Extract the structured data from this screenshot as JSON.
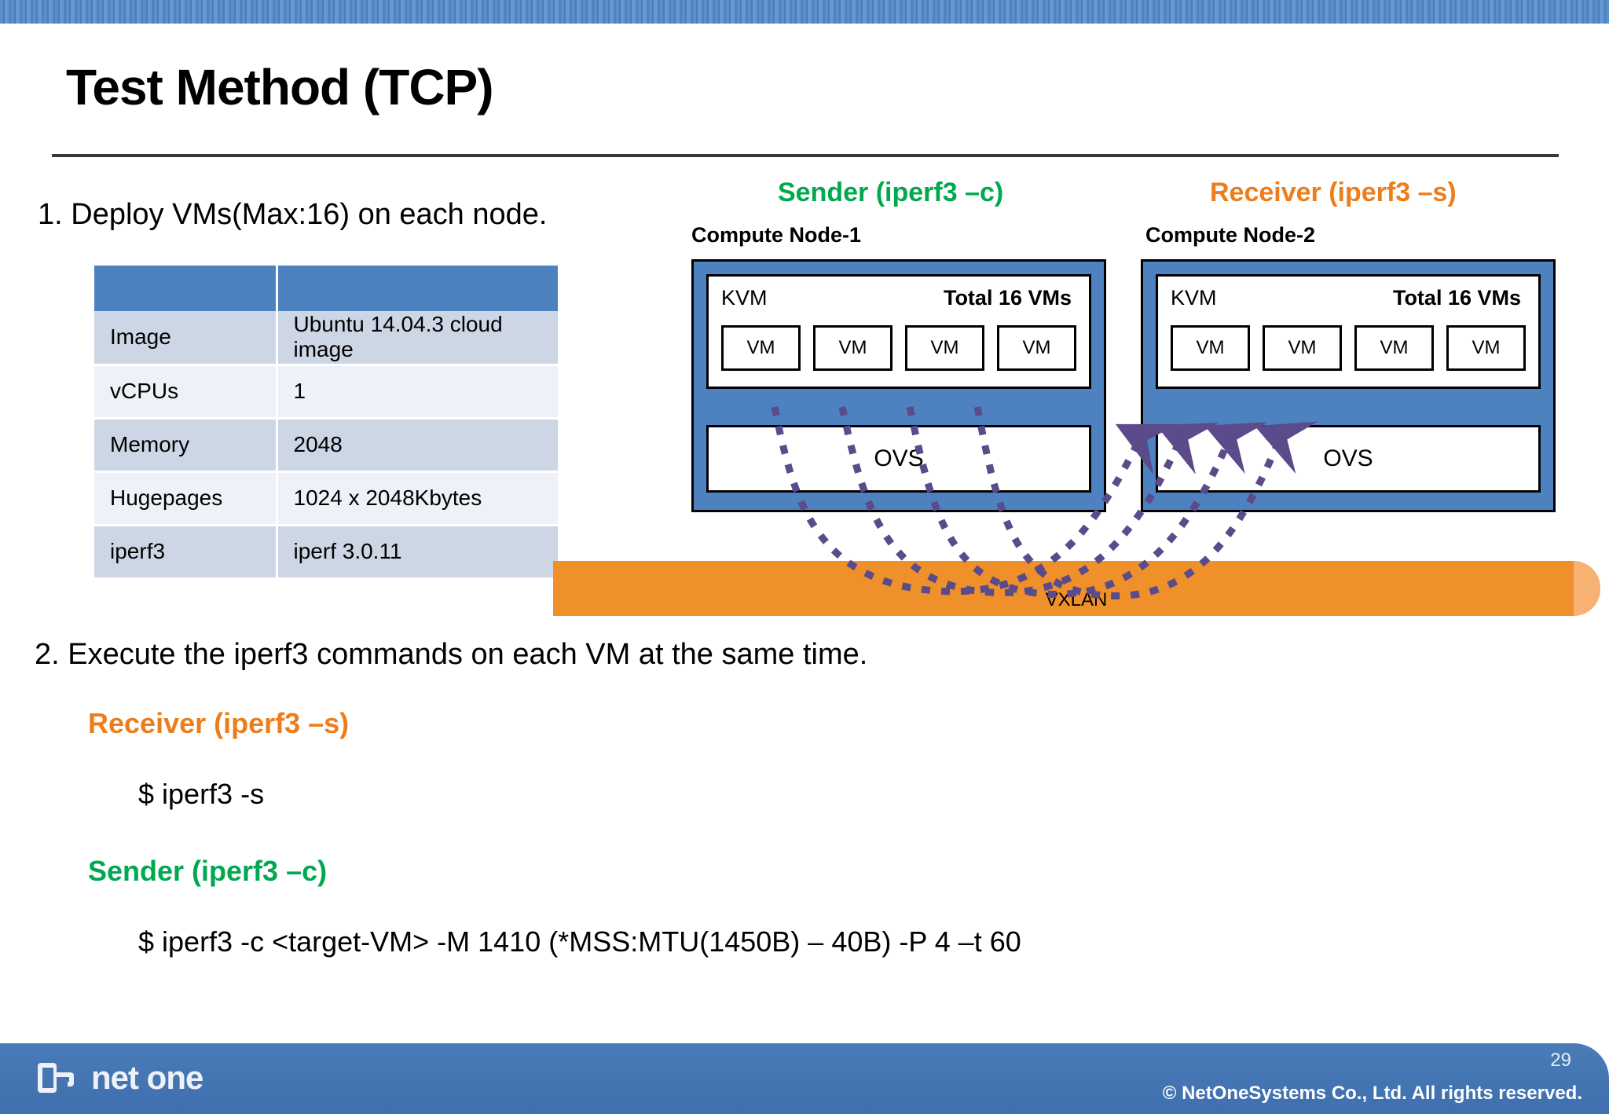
{
  "slide": {
    "title": "Test Method (TCP)",
    "page_number": "29"
  },
  "steps": {
    "step1": "1. Deploy VMs(Max:16) on each node.",
    "step2": "2. Execute the iperf3 commands on each VM at the same time."
  },
  "spec_table": {
    "headers": [
      "",
      ""
    ],
    "rows": [
      {
        "key": "Image",
        "value": "Ubuntu 14.04.3 cloud image"
      },
      {
        "key": "vCPUs",
        "value": "1"
      },
      {
        "key": "Memory",
        "value": "2048"
      },
      {
        "key": "Hugepages",
        "value": "1024 x 2048Kbytes"
      },
      {
        "key": "iperf3",
        "value": "iperf 3.0.11"
      }
    ]
  },
  "diagram": {
    "sender_role": "Sender (iperf3 –c)",
    "receiver_role": "Receiver (iperf3 –s)",
    "node1_label": "Compute Node-1",
    "node2_label": "Compute Node-2",
    "kvm_label": "KVM",
    "total_vms_label": "Total 16 VMs",
    "vm_label": "VM",
    "vm_boxes": [
      "VM",
      "VM",
      "VM",
      "VM"
    ],
    "ovs_label": "OVS",
    "vxlan_label": "VXLAN",
    "colors": {
      "sender": "#00a84f",
      "receiver": "#ed7d1a",
      "node_box": "#4e81c0",
      "vxlan": "#f0902b",
      "flow_line": "#5b4b8a"
    }
  },
  "commands": {
    "receiver_heading": "Receiver (iperf3 –s)",
    "receiver_command": "$ iperf3 -s",
    "sender_heading": "Sender (iperf3 –c)",
    "sender_command": "$ iperf3 -c <target-VM> -M 1410 (*MSS:MTU(1450B) – 40B) -P 4 –t 60"
  },
  "footer": {
    "logo_text": "net one",
    "copyright": "© NetOneSystems Co., Ltd. All rights reserved.",
    "page_number": "29"
  }
}
